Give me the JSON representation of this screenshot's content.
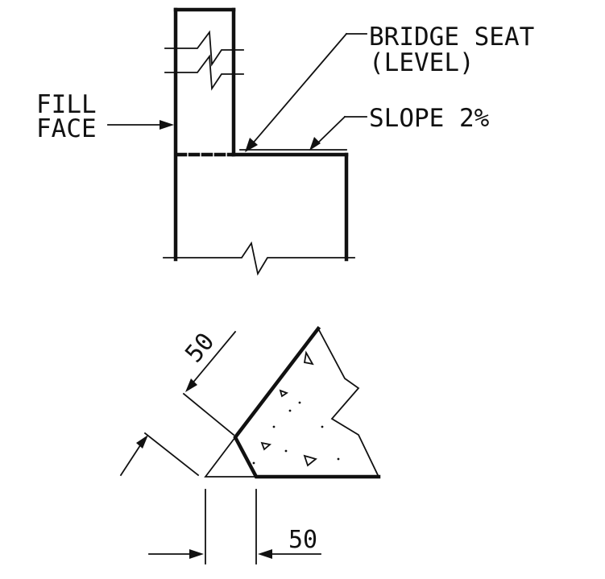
{
  "labels": {
    "fill": "FILL",
    "face": "FACE",
    "bridge_seat": "BRIDGE SEAT",
    "level": "(LEVEL)",
    "slope": "SLOPE 2%"
  },
  "dimensions": {
    "chamfer_diagonal": "50",
    "chamfer_horizontal": "50"
  }
}
